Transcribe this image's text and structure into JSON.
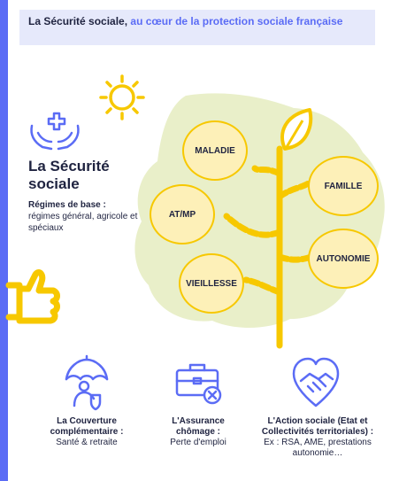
{
  "header": {
    "title_main": "La Sécurité sociale,",
    "title_accent": "au cœur de la protection sociale française"
  },
  "left": {
    "title": "La Sécurité sociale",
    "subtitle": "Régimes de base :",
    "description": "régimes général, agricole et spéciaux"
  },
  "tree": {
    "bubbles": [
      "MALADIE",
      "AT/MP",
      "VIEILLESSE",
      "FAMILLE",
      "AUTONOMIE"
    ]
  },
  "bottom": [
    {
      "title": "La Couverture complémentaire :",
      "desc": "Santé & retraite",
      "icon": "umbrella-person-icon"
    },
    {
      "title": "L'Assurance chômage :",
      "desc": "Perte d'emploi",
      "icon": "briefcase-cross-icon"
    },
    {
      "title": "L'Action sociale (Etat et Collectivités territoriales) :",
      "desc": "Ex : RSA, AME, prestations autonomie…",
      "icon": "heart-handshake-icon"
    }
  ],
  "colors": {
    "accent": "#5b6cf5",
    "yellow": "#f7c800",
    "bubble_fill": "#fdf0b8",
    "tree_bg": "#e9efc9",
    "text": "#1f2340"
  }
}
